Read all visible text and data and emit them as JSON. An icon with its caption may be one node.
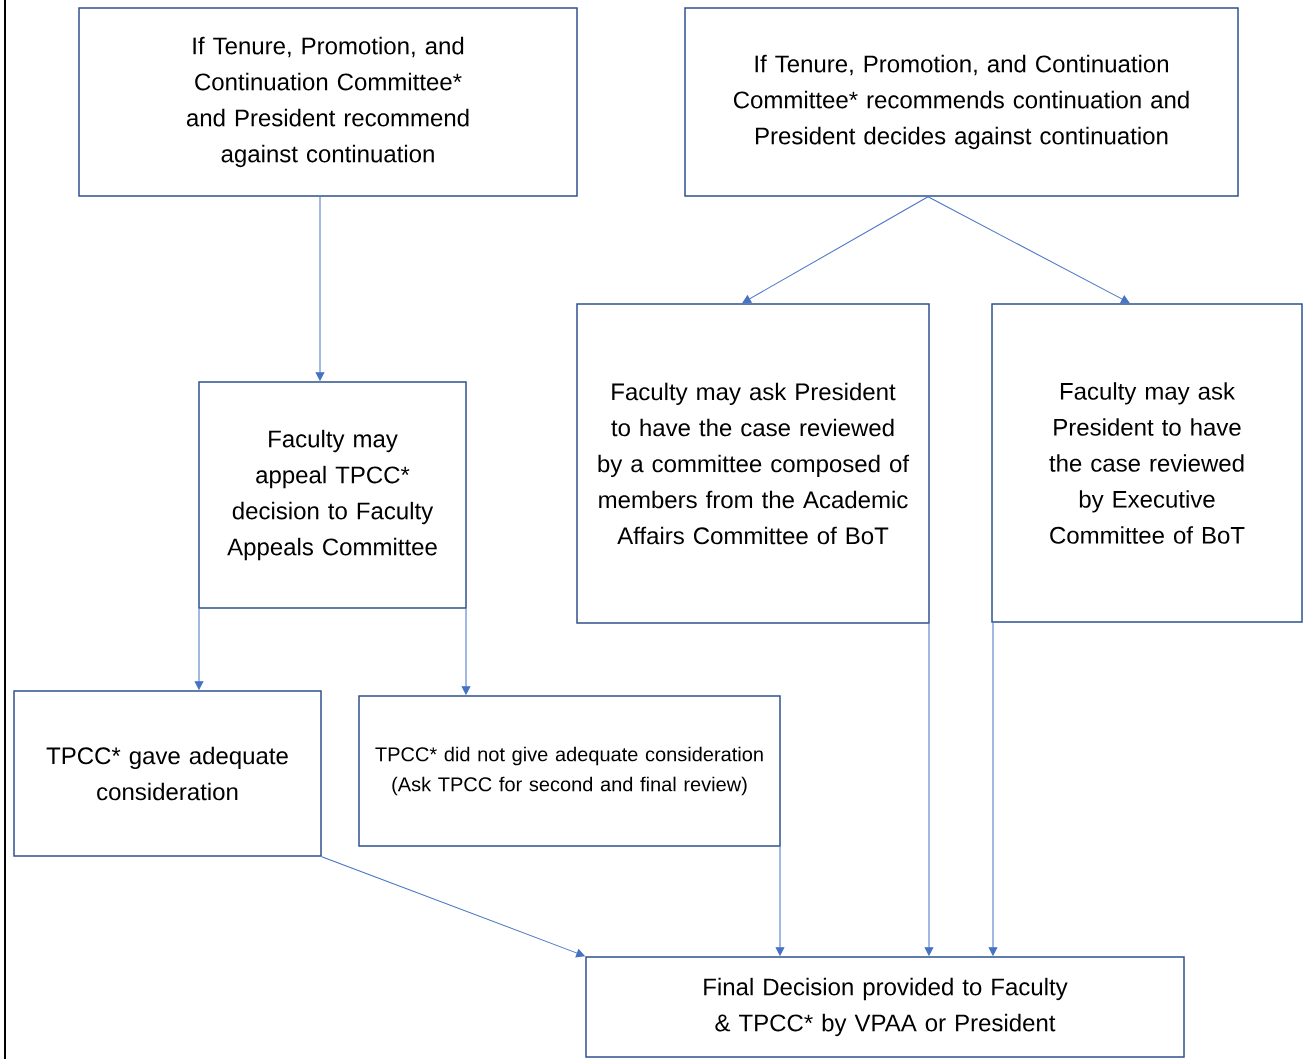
{
  "diagram": {
    "nodes": [
      {
        "text": [
          "If Tenure, Promotion, and Continuation Committee* and President recommend against continuation"
        ]
      },
      {
        "text": [
          "If Tenure, Promotion, and Continuation Committee* recommends continuation and President decides against continuation"
        ]
      },
      {
        "text": [
          "Faculty may appeal TPCC* decision to Faculty Appeals Committee"
        ]
      },
      {
        "text": [
          "Faculty may ask President to have the case reviewed by a committee composed of members from the Academic Affairs Committee of BoT"
        ]
      },
      {
        "text": [
          "Faculty may ask President to have the case reviewed by Executive Committee of BoT"
        ]
      },
      {
        "text": [
          "TPCC* gave adequate consideration"
        ]
      },
      {
        "text": [
          "TPCC* did not give adequate consideration",
          "(Ask TPCC for second and final review)"
        ]
      },
      {
        "text": [
          "Final Decision provided to Faculty & TPCC* by VPAA or President"
        ]
      }
    ],
    "edges": [
      {
        "from": 0,
        "to": 2,
        "arrow": "to"
      },
      {
        "from": 1,
        "to": 3,
        "arrow": "to"
      },
      {
        "from": 1,
        "to": 4,
        "arrow": "to"
      },
      {
        "from": 2,
        "to": 5,
        "arrow": "to"
      },
      {
        "from": 2,
        "to": 6,
        "arrow": "to"
      },
      {
        "from": 5,
        "to": 7,
        "arrow": "to"
      },
      {
        "from": 6,
        "to": 7,
        "arrow": "to"
      },
      {
        "from": 3,
        "to": 7,
        "arrow": "to"
      },
      {
        "from": 4,
        "to": 7,
        "arrow": "to"
      }
    ]
  }
}
